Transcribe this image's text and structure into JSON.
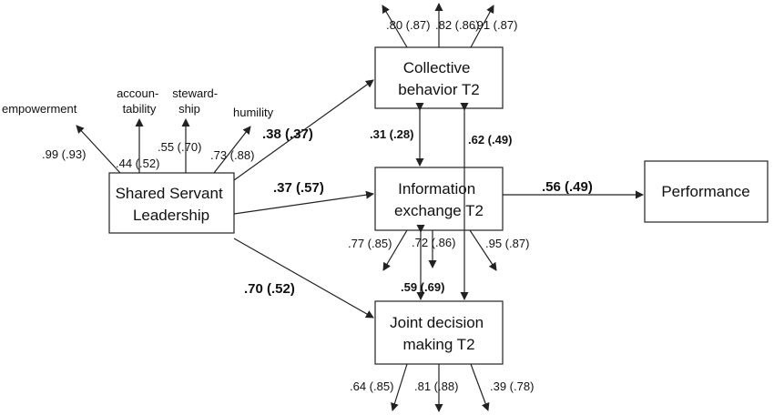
{
  "nodes": {
    "ssl": [
      "Shared Servant",
      "Leadership"
    ],
    "collective": [
      "Collective",
      "behavior T2"
    ],
    "info": [
      "Information",
      "exchange T2"
    ],
    "joint": [
      "Joint decision",
      "making T2"
    ],
    "performance": [
      "Performance"
    ]
  },
  "indicators": {
    "empowerment": [
      "empowerment"
    ],
    "accountability": [
      "accoun-",
      "tability"
    ],
    "stewardship": [
      "steward-",
      "ship"
    ],
    "humility": [
      "humility"
    ]
  },
  "loadings": {
    "empowerment": ".99 (.93)",
    "accountability": ".44 (.52)",
    "stewardship": ".55 (.70)",
    "humility": ".73 (.88)",
    "collective_1": ".80 (.87)",
    "collective_2": ".82 (.86)",
    "collective_3": ".91 (.87)",
    "info_1": ".77 (.85)",
    "info_2": ".72 (.86)",
    "info_3": ".95 (.87)",
    "joint_1": ".64 (.85)",
    "joint_2": ".81 (.88)",
    "joint_3": ".39 (.78)"
  },
  "paths": {
    "ssl_collective": ".38 (.37)",
    "ssl_info": ".37 (.57)",
    "ssl_joint": ".70 (.52)",
    "info_performance": ".56 (.49)",
    "collective_info": ".31 (.28)",
    "collective_joint": ".62 (.49)",
    "info_joint": ".59 (.69)"
  }
}
